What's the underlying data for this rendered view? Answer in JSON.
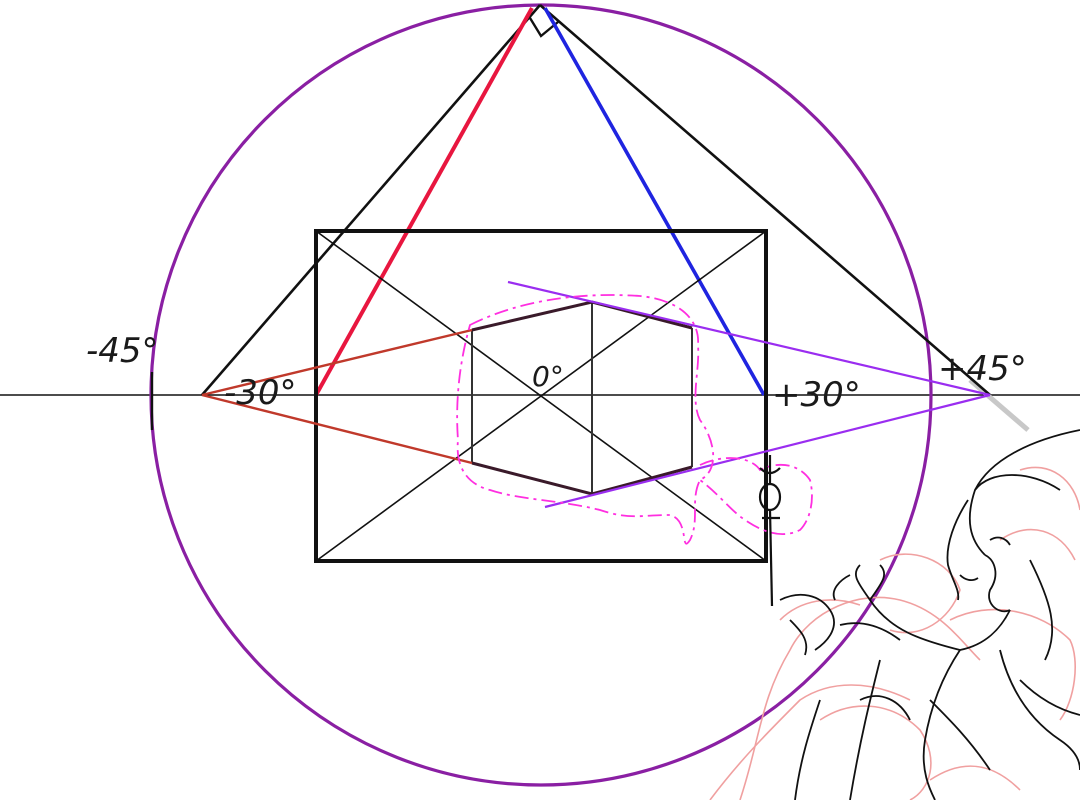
{
  "labels": {
    "minus45": "-45°",
    "minus30": "-30°",
    "zero": "0°",
    "plus30": "+30°",
    "plus45": "+45°"
  },
  "colors": {
    "circle": "#8a1fa3",
    "ink": "#111111",
    "red": "#e8163f",
    "blue": "#1f24e0",
    "violet": "#9a2df0",
    "brick": "#c0392b",
    "magenta": "#ff2fe0",
    "sketch": "#f0a0a0",
    "gray": "#c8c8c8"
  }
}
